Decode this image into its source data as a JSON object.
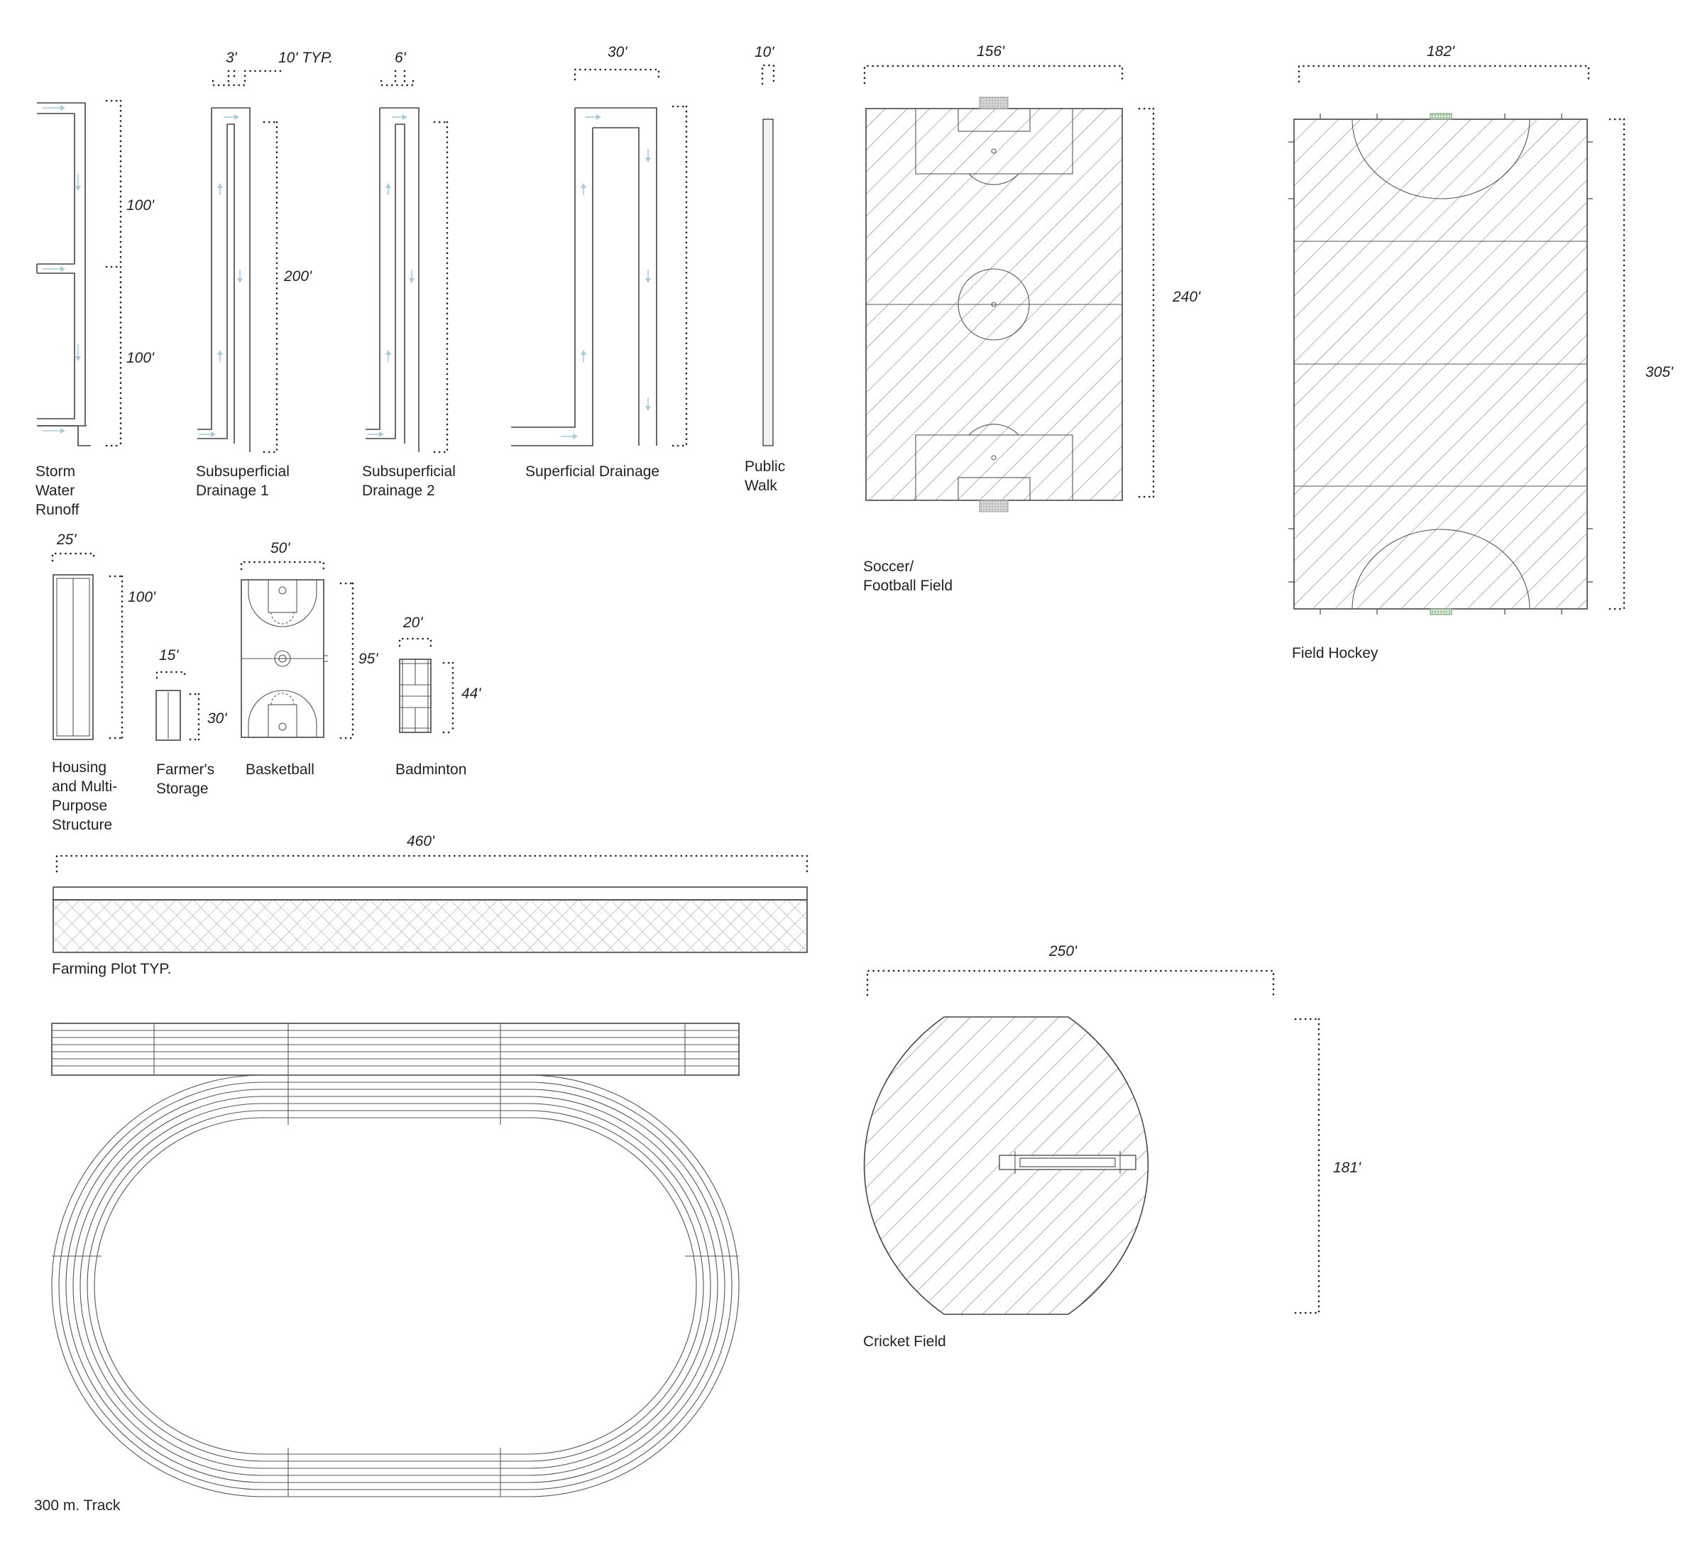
{
  "elements": {
    "storm_water_runoff": {
      "label": [
        "Storm",
        "Water",
        "Runoff"
      ],
      "dims": [
        "100'",
        "100'"
      ]
    },
    "subsuperficial_drainage_1": {
      "label": [
        "Subsuperficial",
        "Drainage 1"
      ],
      "dims": [
        "3'",
        "10' TYP.",
        "200'"
      ]
    },
    "subsuperficial_drainage_2": {
      "label": [
        "Subsuperficial",
        "Drainage 2"
      ],
      "dims": [
        "6'"
      ]
    },
    "superficial_drainage": {
      "label": [
        "Superficial Drainage"
      ],
      "dims": [
        "30'"
      ]
    },
    "public_walk": {
      "label": [
        "Public",
        "Walk"
      ],
      "dims": [
        "10'"
      ]
    },
    "soccer_field": {
      "label": [
        "Soccer/",
        "Football Field"
      ],
      "dims": [
        "156'",
        "240'"
      ]
    },
    "field_hockey": {
      "label": [
        "Field Hockey"
      ],
      "dims": [
        "182'",
        "305'"
      ]
    },
    "housing": {
      "label": [
        "Housing",
        "and Multi-",
        "Purpose",
        "Structure"
      ],
      "dims": [
        "25'",
        "100'"
      ]
    },
    "farmers_storage": {
      "label": [
        "Farmer's",
        "Storage"
      ],
      "dims": [
        "15'",
        "30'"
      ]
    },
    "basketball": {
      "label": [
        "Basketball"
      ],
      "dims": [
        "50'",
        "95'"
      ]
    },
    "badminton": {
      "label": [
        "Badminton"
      ],
      "dims": [
        "20'",
        "44'"
      ]
    },
    "farming_plot": {
      "label": [
        "Farming Plot TYP."
      ],
      "dims": [
        "460'"
      ]
    },
    "track": {
      "label": [
        "300 m. Track"
      ]
    },
    "cricket_field": {
      "label": [
        "Cricket Field"
      ],
      "dims": [
        "250'",
        "181'"
      ]
    }
  },
  "colors": {
    "line": "#444444",
    "arrow": "#a9cbd6",
    "hatch": "#666666",
    "farm_hatch": "#8aa88a",
    "goal": "#bbbbbb",
    "hockey_goal": "#9bc49b"
  }
}
